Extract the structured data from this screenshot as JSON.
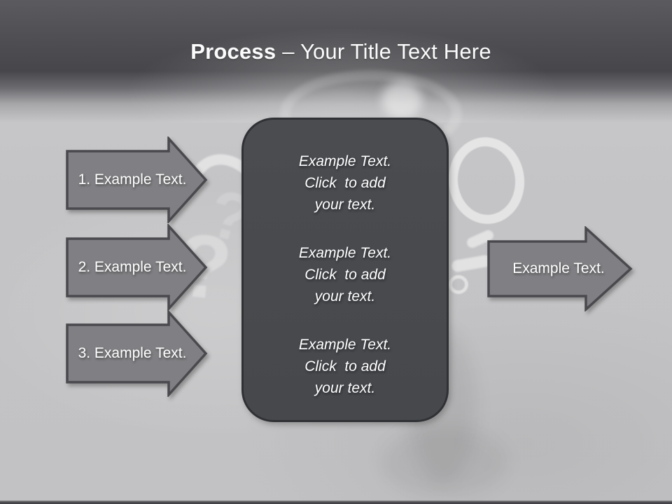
{
  "slide": {
    "title": {
      "emphasis": "Process",
      "rest": "– Your Title Text Here"
    },
    "left_arrows": [
      {
        "label": "1. Example Text."
      },
      {
        "label": "2. Example Text."
      },
      {
        "label": "3. Example Text."
      }
    ],
    "right_arrow": {
      "label": "Example Text."
    },
    "center_box": {
      "blocks": [
        {
          "lines": [
            "Example Text.",
            "Click  to add",
            "your text."
          ]
        },
        {
          "lines": [
            "Example Text.",
            "Click  to add",
            "your text."
          ]
        },
        {
          "lines": [
            "Example Text.",
            "Click  to add",
            "your text."
          ]
        }
      ]
    },
    "decorations": {
      "question_mark_glyph": "?"
    },
    "colors": {
      "header_dark": "#47474b",
      "body_background": "#c3c3c5",
      "arrow_fill": "#808084",
      "arrow_border": "#4a4a4e",
      "box_fill": "#47494d",
      "box_border": "#2f3134",
      "text_light": "#ffffff",
      "footer_bar": "#3d3d41"
    }
  }
}
